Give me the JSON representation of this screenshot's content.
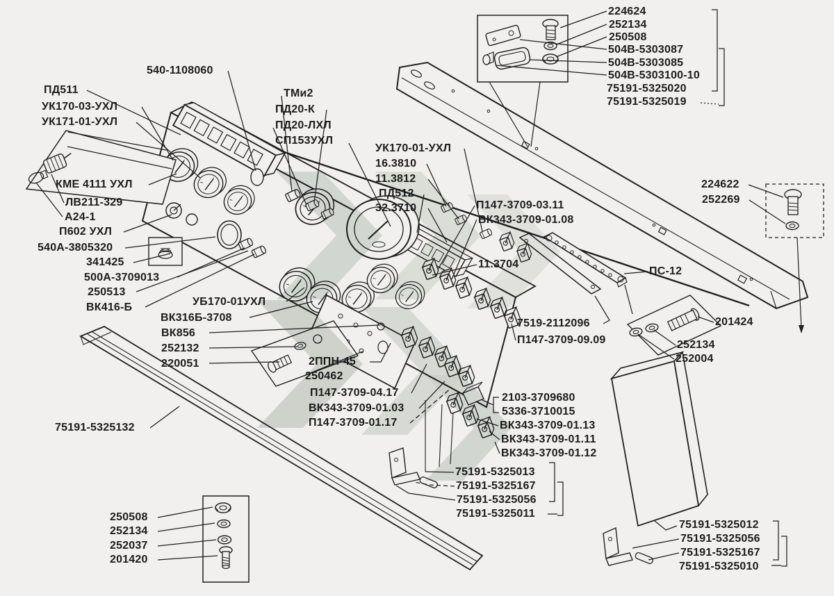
{
  "page": {
    "background_color": "#f1f0ee",
    "line_color": "#1f1f1f",
    "watermark_colors": [
      "#d7ded7",
      "#e3e8e2"
    ],
    "figure_kind": "exploded parts diagram of truck instrument panel",
    "language": "ru"
  },
  "callouts": [
    {
      "label": "224624"
    },
    {
      "label": "252134"
    },
    {
      "label": "250508"
    },
    {
      "label": "504В-5303087"
    },
    {
      "label": "504В-5303085"
    },
    {
      "label": "504В-5303100-10"
    },
    {
      "label": "75191-5325020"
    },
    {
      "label": "75191-5325019"
    },
    {
      "label": "540-1108060"
    },
    {
      "label": "ПД511"
    },
    {
      "label": "УК170-03-УХЛ"
    },
    {
      "label": "УК171-01-УХЛ"
    },
    {
      "label": "КМЕ 4111  УХЛ"
    },
    {
      "label": "ЛВ211-329"
    },
    {
      "label": "А24-1"
    },
    {
      "label": "П602 УХЛ"
    },
    {
      "label": "540А-3805320"
    },
    {
      "label": "341425"
    },
    {
      "label": "500А-3709013"
    },
    {
      "label": "250513"
    },
    {
      "label": "ВК416-Б"
    },
    {
      "label": "ТМи2"
    },
    {
      "label": "ПД20-К"
    },
    {
      "label": "ПД20-ЛХЛ"
    },
    {
      "label": "СП153УХЛ"
    },
    {
      "label": "УК170-01-УХЛ"
    },
    {
      "label": "16.3810"
    },
    {
      "label": "11.3812"
    },
    {
      "label": "ПД512"
    },
    {
      "label": "32.3710"
    },
    {
      "label": "П147-3709-03.11"
    },
    {
      "label": "ВК343-3709-01.08"
    },
    {
      "label": "11.3704"
    },
    {
      "label": "ПС-12"
    },
    {
      "label": "7519-2112096"
    },
    {
      "label": "П147-3709-09.09"
    },
    {
      "label": "224622"
    },
    {
      "label": "252269"
    },
    {
      "label": "201424"
    },
    {
      "label": "252134"
    },
    {
      "label": "252004"
    },
    {
      "label": "УБ170-01УХЛ"
    },
    {
      "label": "ВК316Б-3708"
    },
    {
      "label": "ВК856"
    },
    {
      "label": "252132"
    },
    {
      "label": "220051"
    },
    {
      "label": "2ППН-45"
    },
    {
      "label": "250462"
    },
    {
      "label": "П147-3709-04.17"
    },
    {
      "label": "ВК343-3709-01.03"
    },
    {
      "label": "П147-3709-01.17"
    },
    {
      "label": "2103-3709680"
    },
    {
      "label": "5336-3710015"
    },
    {
      "label": "ВК343-3709-01.13"
    },
    {
      "label": "ВК343-3709-01.11"
    },
    {
      "label": "ВК343-3709-01.12"
    },
    {
      "label": "75191-5325013"
    },
    {
      "label": "75191-5325167"
    },
    {
      "label": "75191-5325056"
    },
    {
      "label": "75191-5325011"
    },
    {
      "label": "75191-5325132"
    },
    {
      "label": "250508"
    },
    {
      "label": "252134"
    },
    {
      "label": "252037"
    },
    {
      "label": "201420"
    },
    {
      "label": "75191-5325012"
    },
    {
      "label": "75191-5325056"
    },
    {
      "label": "75191-5325167"
    },
    {
      "label": "75191-5325010"
    }
  ]
}
